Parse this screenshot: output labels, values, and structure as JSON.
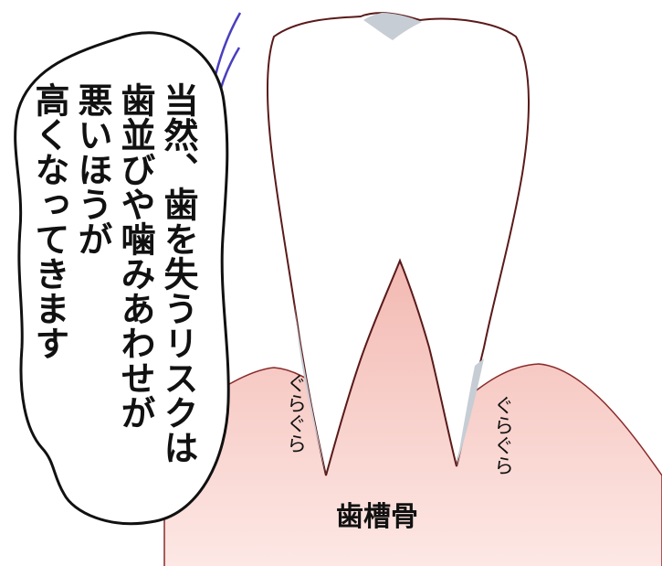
{
  "speech_bubble": {
    "text": "当然、歯を失うリスクは\n歯並びや噛みあわせが\n悪いほうが\n高くなってきます"
  },
  "wobble_labels": {
    "left": "ぐらぐら",
    "right": "ぐらぐら"
  },
  "bone_label": "歯槽骨",
  "colors": {
    "bone_fill": "#f6c7c1",
    "bone_fill_light": "#fde8e5",
    "tooth_fill": "#ffffff",
    "tooth_shadow": "#c7cdd4",
    "outline": "#5a1a1a",
    "motion_lines": "#4a3fbf"
  }
}
